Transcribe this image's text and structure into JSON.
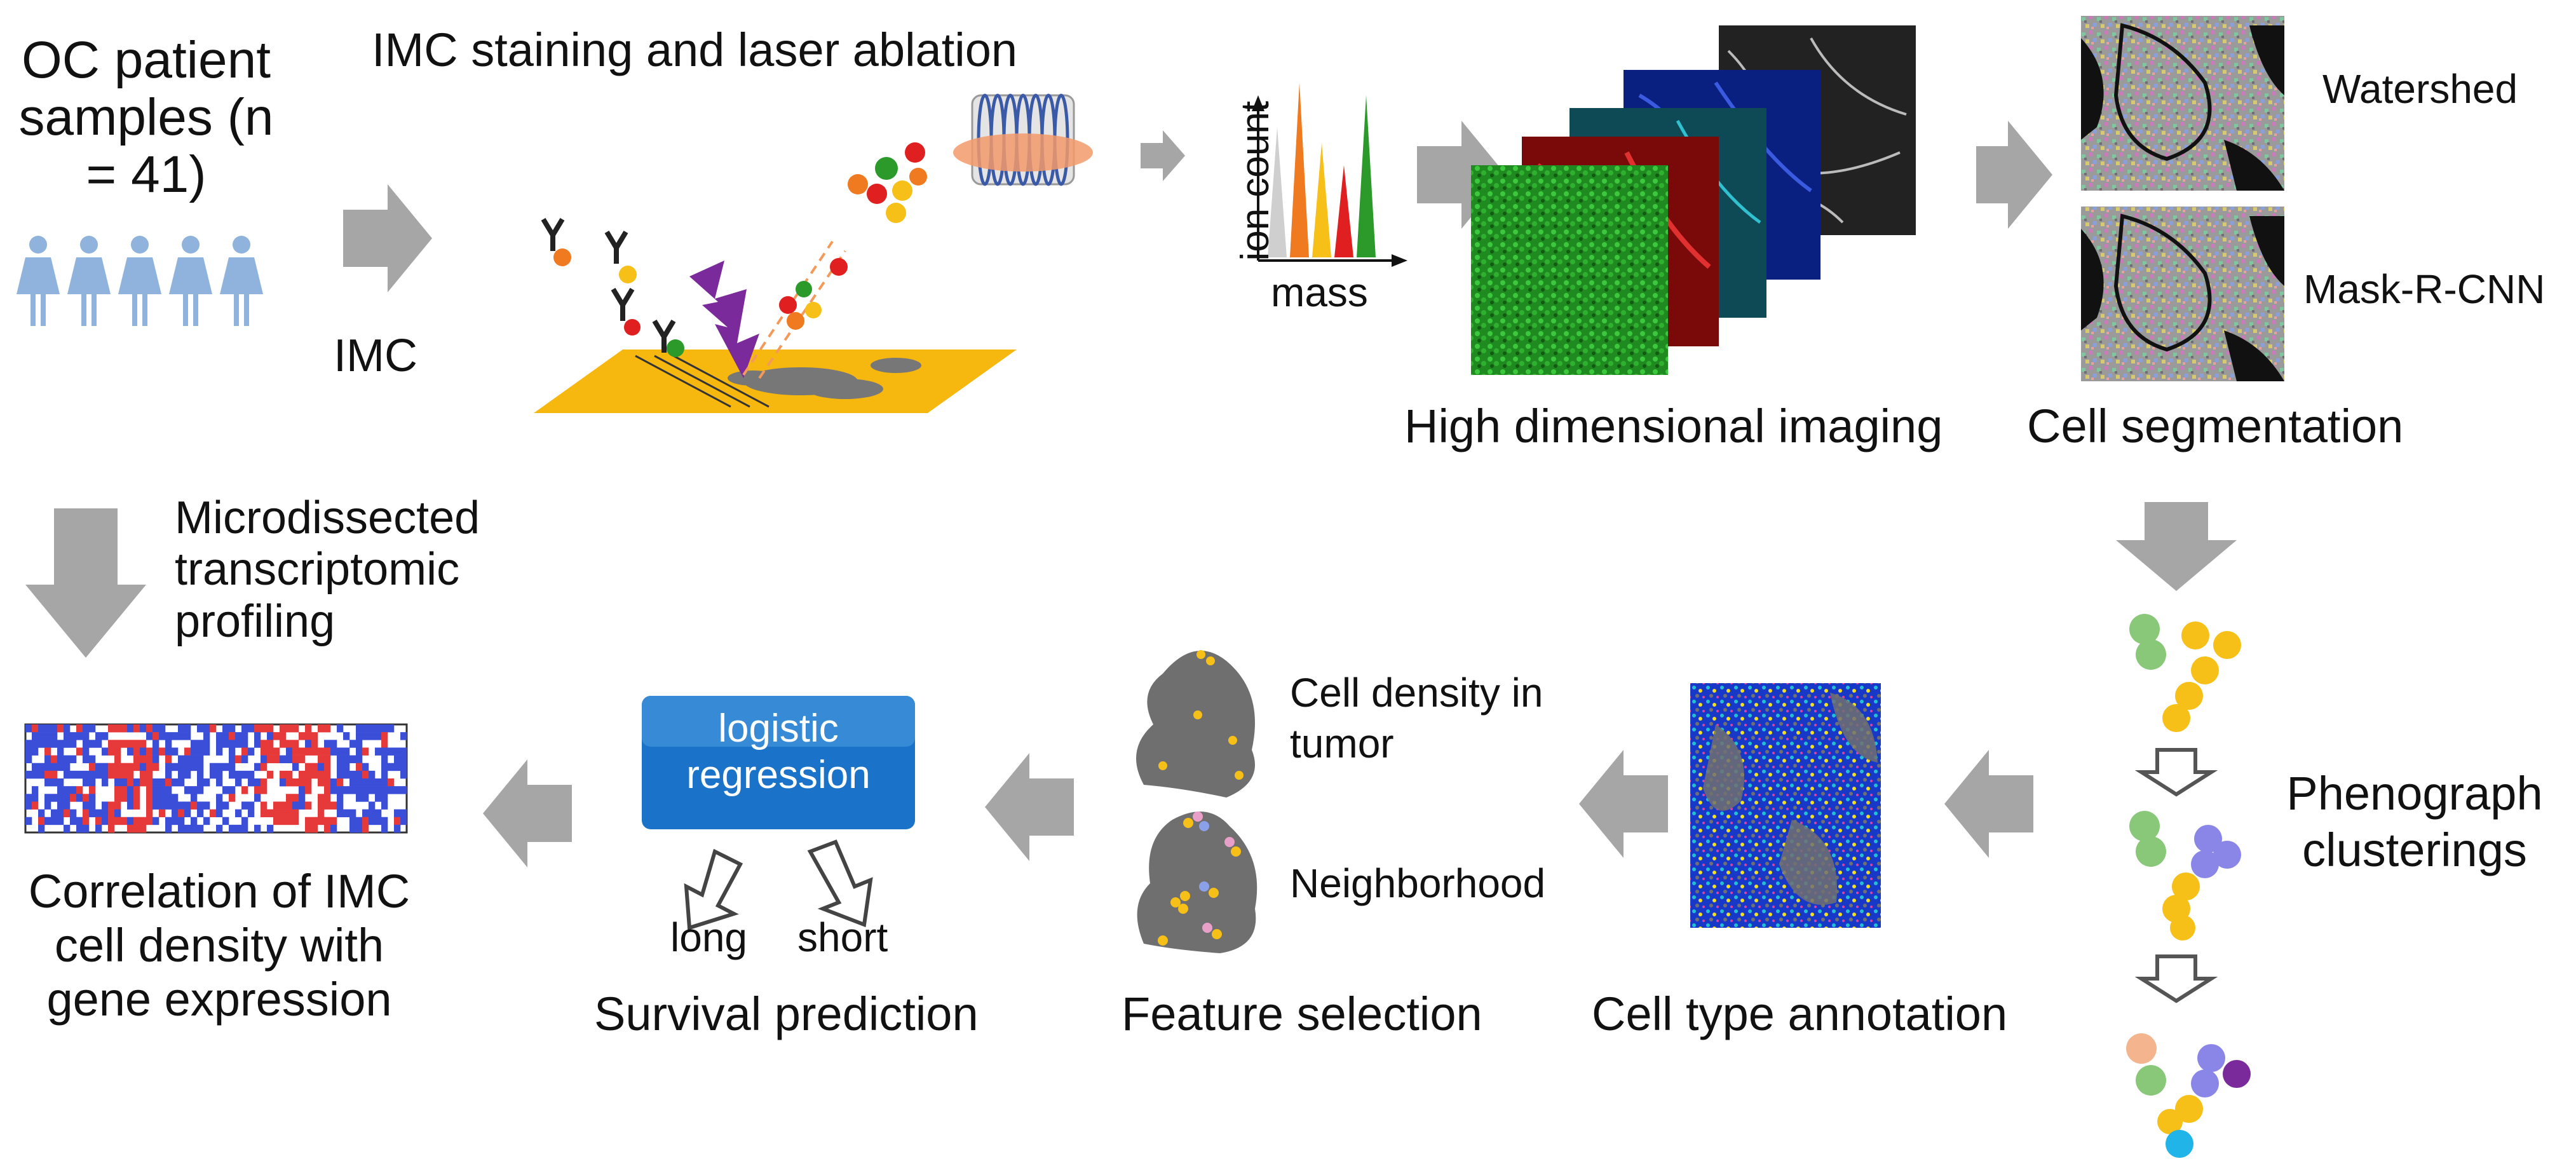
{
  "colors": {
    "arrow": "#a6a6a6",
    "person": "#8fb3dc",
    "slide": "#f6b80f",
    "green": "#2b9a2b",
    "red": "#e02020",
    "blue": "#1030d0",
    "cyan": "#20b8c8",
    "yellow_cell": "#f6c018",
    "green_cell": "#88c878",
    "purple_cell": "#8a86e8",
    "peach_cell": "#f3b48e",
    "violet_cell": "#7a2a9a",
    "cyan_cell": "#20b4e8",
    "button": "#1a73c8",
    "tissue": "#6f6f6f",
    "heatmap_red": "#e63a3a",
    "heatmap_blue": "#3a4ed8"
  },
  "labels": {
    "patients_title": "OC patient samples (n = 41)",
    "imc_arrow_label": "IMC",
    "staining_title": "IMC staining and laser ablation",
    "y_axis": "ion count",
    "x_axis": "mass",
    "imaging_caption": "High dimensional imaging",
    "watershed": "Watershed",
    "maskrcnn": "Mask-R-CNN",
    "segmentation_caption": "Cell segmentation",
    "microdissected": "Microdissected transcriptomic profiling",
    "correlation_caption": "Correlation of IMC cell density with gene expression",
    "logistic_button": "logistic regression",
    "long": "long",
    "short": "short",
    "survival_caption": "Survival prediction",
    "cell_density": "Cell density in tumor",
    "neighborhood": "Neighborhood",
    "feature_caption": "Feature selection",
    "celltype_caption": "Cell type annotation",
    "phenograph": "Phenograph clusterings"
  }
}
